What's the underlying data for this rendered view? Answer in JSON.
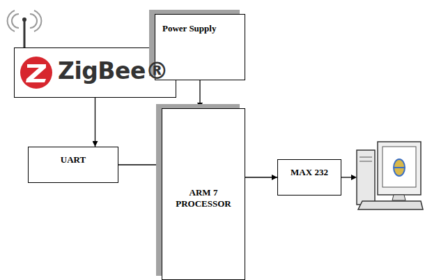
{
  "diagram": {
    "nodes": [
      {
        "text": [
          "ZigBee®"
        ]
      },
      {
        "text": [
          "Power Supply"
        ]
      },
      {
        "text": [
          "UART"
        ]
      },
      {
        "text": [
          "ARM 7 PROCESSOR"
        ]
      },
      {
        "text": [
          "MAX 232"
        ]
      }
    ],
    "edges": [
      {
        "from": 0,
        "to": 2,
        "arrow": "to"
      },
      {
        "from": 1,
        "to": 3,
        "arrow": "to"
      },
      {
        "from": 2,
        "to": 3,
        "arrow": "to"
      },
      {
        "from": 3,
        "to": 4,
        "arrow": "to"
      }
    ]
  }
}
